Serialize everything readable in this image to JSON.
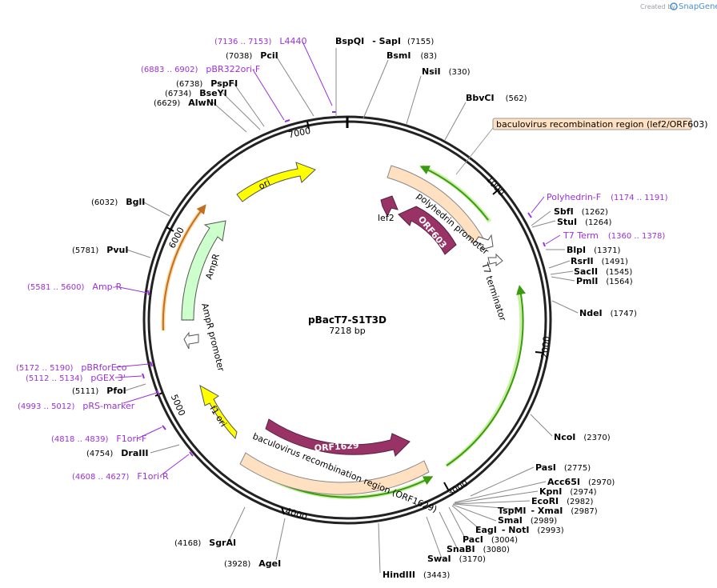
{
  "branding": {
    "created_by": "Created by",
    "product": "SnapGene"
  },
  "plasmid": {
    "name": "pBacT7-S1T3D",
    "size_label": "7218 bp"
  },
  "ticks": [
    "1000",
    "2000",
    "3000",
    "4000",
    "5000",
    "6000",
    "7000"
  ],
  "enzymes": [
    {
      "name": "BspQI",
      "suffix": "- SapI",
      "pos": "(7155)"
    },
    {
      "name": "BsmI",
      "pos": "(83)"
    },
    {
      "name": "NsiI",
      "pos": "(330)"
    },
    {
      "name": "BbvCI",
      "pos": "(562)"
    },
    {
      "name": "SbfI",
      "pos": "(1262)"
    },
    {
      "name": "StuI",
      "pos": "(1264)"
    },
    {
      "name": "BlpI",
      "pos": "(1371)"
    },
    {
      "name": "RsrII",
      "pos": "(1491)"
    },
    {
      "name": "SacII",
      "pos": "(1545)"
    },
    {
      "name": "PmlI",
      "pos": "(1564)"
    },
    {
      "name": "NdeI",
      "pos": "(1747)"
    },
    {
      "name": "NcoI",
      "pos": "(2370)"
    },
    {
      "name": "PasI",
      "pos": "(2775)"
    },
    {
      "name": "Acc65I",
      "pos": "(2970)"
    },
    {
      "name": "KpnI",
      "pos": "(2974)"
    },
    {
      "name": "EcoRI",
      "pos": "(2982)"
    },
    {
      "name": "TspMI",
      "suffix": "- XmaI",
      "pos": "(2987)"
    },
    {
      "name": "SmaI",
      "pos": "(2989)"
    },
    {
      "name": "EagI",
      "suffix": "- NotI",
      "pos": "(2993)"
    },
    {
      "name": "PacI",
      "pos": "(3004)"
    },
    {
      "name": "SnaBI",
      "pos": "(3080)"
    },
    {
      "name": "SwaI",
      "pos": "(3170)"
    },
    {
      "name": "HindIII",
      "pos": "(3443)"
    },
    {
      "name": "AgeI",
      "pos": "(3928)"
    },
    {
      "name": "SgrAI",
      "pos": "(4168)"
    },
    {
      "name": "DraIII",
      "pos": "(4754)"
    },
    {
      "name": "PfoI",
      "pos": "(5111)"
    },
    {
      "name": "PvuI",
      "pos": "(5781)"
    },
    {
      "name": "BglI",
      "pos": "(6032)"
    },
    {
      "name": "AlwNI",
      "pos": "(6629)"
    },
    {
      "name": "BseYI",
      "pos": "(6734)"
    },
    {
      "name": "PspFI",
      "pos": "(6738)"
    },
    {
      "name": "PciI",
      "pos": "(7038)"
    }
  ],
  "primers": [
    {
      "name": "L4440",
      "range": "(7136 .. 7153)"
    },
    {
      "name": "pBR322ori-F",
      "range": "(6883 .. 6902)"
    },
    {
      "name": "Polyhedrin-F",
      "range": "(1174 .. 1191)"
    },
    {
      "name": "T7 Term",
      "range": "(1360 .. 1378)"
    },
    {
      "name": "Amp-R",
      "range": "(5581 .. 5600)"
    },
    {
      "name": "pBRforEco",
      "range": "(5172 .. 5190)"
    },
    {
      "name": "pGEX 3'",
      "range": "(5112 .. 5134)"
    },
    {
      "name": "pRS-marker",
      "range": "(4993 .. 5012)"
    },
    {
      "name": "F1ori-F",
      "range": "(4818 .. 4839)"
    },
    {
      "name": "F1ori-R",
      "range": "(4608 .. 4627)"
    }
  ],
  "features": {
    "recomb_lef2_label": "baculovirus recombination region (lef2/ORF603)",
    "polyhedrin_promoter": "polyhedrin promoter",
    "lef2": "lef2",
    "orf603": "ORF603",
    "t7_terminator": "T7 terminator",
    "ori": "ori",
    "ampr": "AmpR",
    "ampr_promoter": "AmpR promoter",
    "f1_ori": "f1 ori",
    "orf1629": "ORF1629",
    "recomb_orf1629": "baculovirus recombination region (ORF1629)"
  },
  "colors": {
    "backbone": "#222222",
    "primer": "#9b30d9",
    "ori": "#ffff00",
    "ampr": "#ccffcc",
    "orf": "#993366",
    "recomb": "#ffe0c0",
    "orange_line": "#e8a040",
    "green_line": "#3a9a10"
  }
}
